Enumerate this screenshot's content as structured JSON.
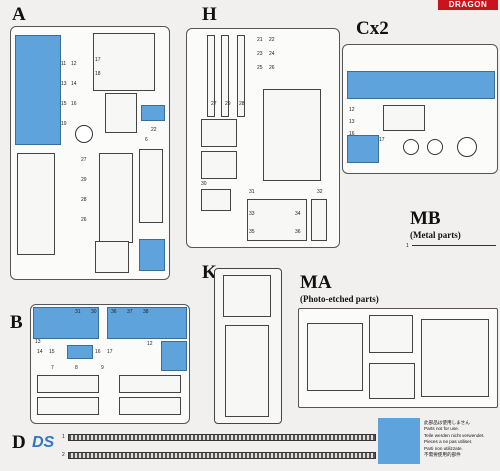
{
  "brand": {
    "logo_text": "DRAGON"
  },
  "sprues": {
    "A": {
      "label": "A"
    },
    "H": {
      "label": "H"
    },
    "C": {
      "label": "Cx2"
    },
    "MB": {
      "label": "MB",
      "sublabel": "(Metal parts)"
    },
    "K": {
      "label": "K"
    },
    "MA": {
      "label": "MA",
      "sublabel": "(Photo-etched parts)"
    },
    "B": {
      "label": "B"
    },
    "D": {
      "label": "D",
      "ds_mark": "DS"
    }
  },
  "track_numbers": [
    "1",
    "2"
  ],
  "mb_number": "1",
  "notice": {
    "lines": [
      "此部品は使用しません",
      "Parts not for use.",
      "Teile werden nicht verwendet.",
      "Pieces a ne pas utiliser.",
      "Parti non utilizzate.",
      "不需要使用的部件"
    ]
  },
  "part_numbers": {
    "A": [
      "11",
      "13",
      "15",
      "17",
      "12",
      "14",
      "16",
      "18",
      "19",
      "22",
      "27",
      "29",
      "6",
      "28",
      "26"
    ],
    "H": [
      "21",
      "23",
      "25",
      "27",
      "29",
      "22",
      "24",
      "26",
      "28",
      "30",
      "31",
      "32",
      "33",
      "35",
      "34",
      "36"
    ],
    "C": [
      "12",
      "13",
      "16",
      "17"
    ],
    "B": [
      "13",
      "31",
      "30",
      "36",
      "37",
      "38",
      "14",
      "15",
      "16",
      "17",
      "12",
      "7",
      "8",
      "9"
    ]
  }
}
